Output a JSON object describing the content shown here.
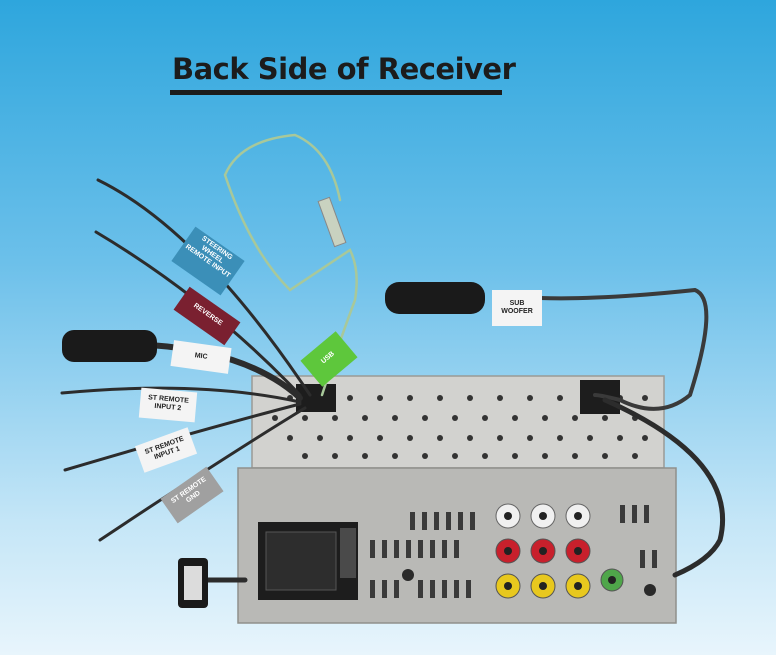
{
  "title": "Back Side of Receiver",
  "labels": {
    "steering": "STEERING WHEEL REMOTE INPUT",
    "reverse": "REVERSE",
    "mic": "MIC",
    "st_remote_2": "ST REMOTE INPUT 2",
    "st_remote_1": "ST REMOTE INPUT 1",
    "st_remote_gnd": "ST REMOTE GND",
    "sub_woofer": "SUB WOOFER",
    "usb": "USB"
  },
  "colors": {
    "background_top": "#2ea6dd",
    "steering_tag": "#3b8fb8",
    "reverse_tag": "#7a2030",
    "usb_tag": "#5ec73c",
    "chassis": "#b8b8b4"
  }
}
